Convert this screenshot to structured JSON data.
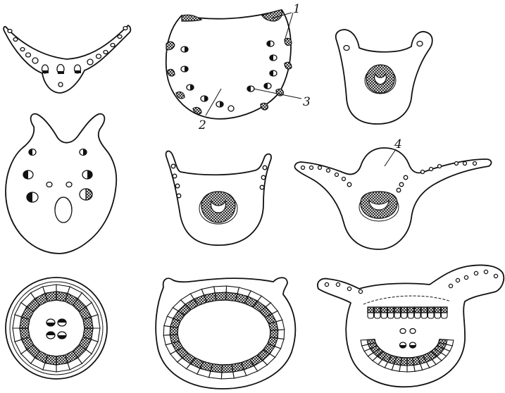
{
  "figure": {
    "labels": [
      {
        "id": "label-1",
        "text": "1"
      },
      {
        "id": "label-2",
        "text": "2"
      },
      {
        "id": "label-3",
        "text": "3"
      },
      {
        "id": "label-4",
        "text": "4"
      }
    ]
  },
  "colors": {
    "ink": "#111111",
    "paper": "#ffffff"
  }
}
